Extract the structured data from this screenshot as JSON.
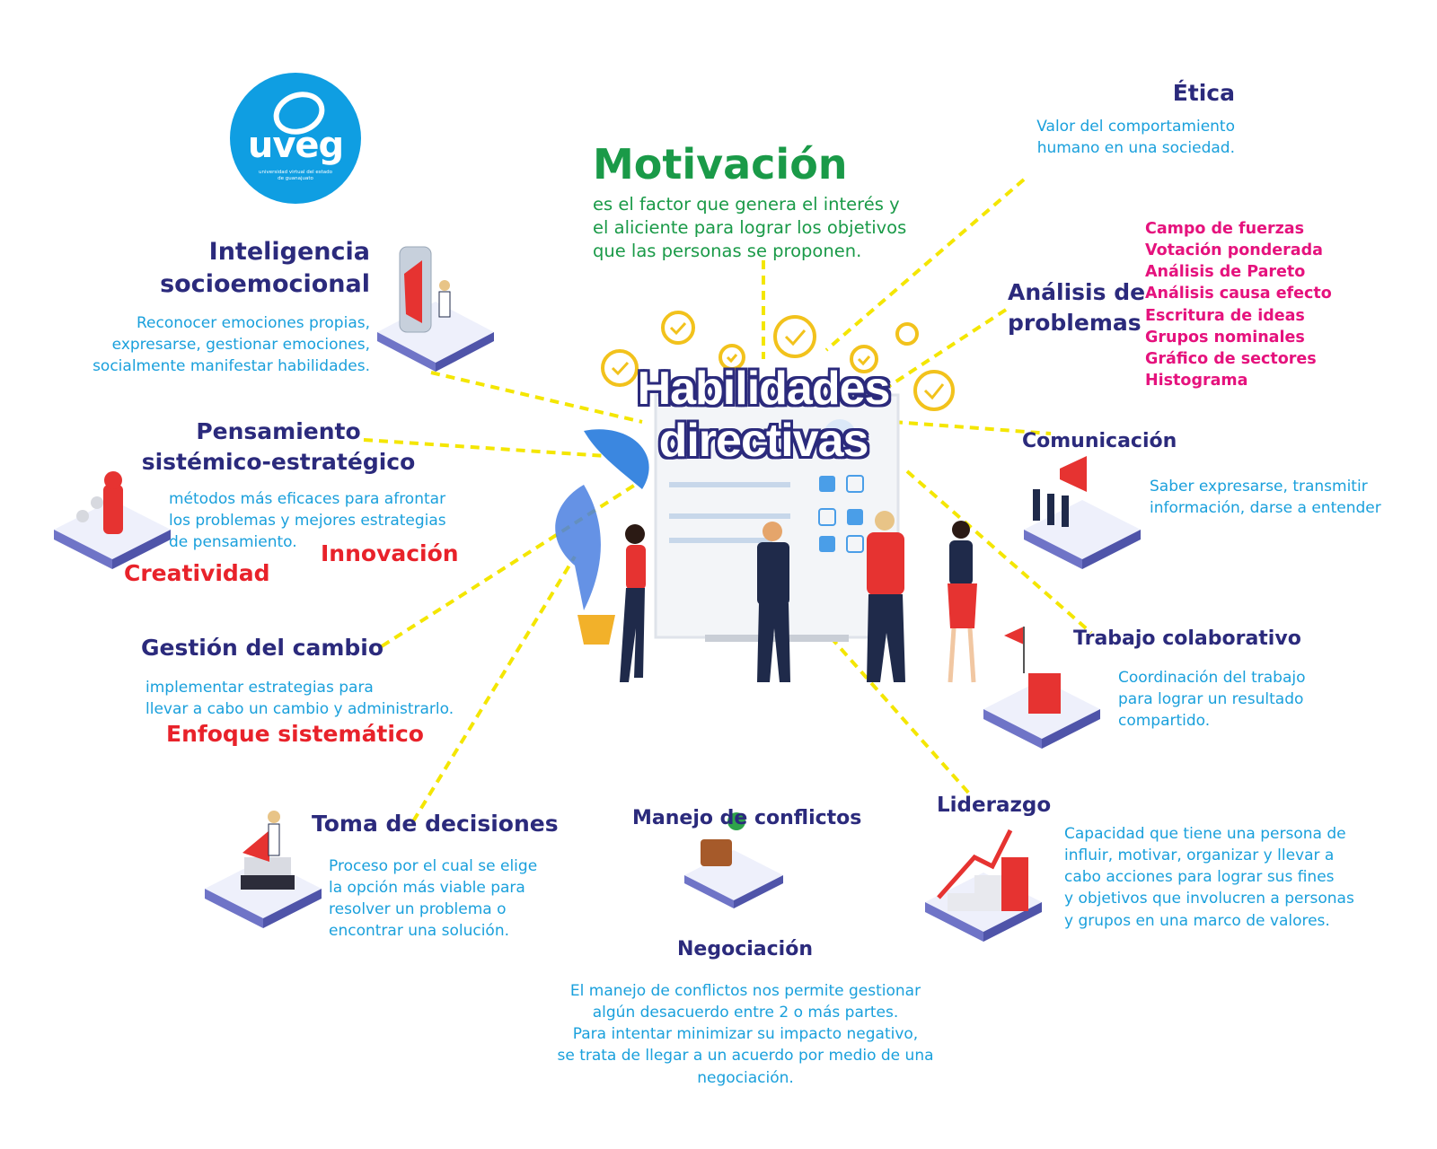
{
  "logo": {
    "text": "uveg",
    "subtitle": "universidad virtual del estado de guanajuato",
    "color": "#0f9ee2"
  },
  "center": {
    "title_line1": "Habilidades",
    "title_line2": "directivas"
  },
  "motivacion": {
    "title": "Motivación",
    "desc": [
      "es el factor que genera el interés y",
      "el aliciente para lograr los objetivos",
      "que las personas se proponen."
    ]
  },
  "etica": {
    "title": "Ética",
    "desc": [
      "Valor del comportamiento",
      "humano en una sociedad."
    ]
  },
  "analisis": {
    "title": [
      "Análisis de",
      "problemas"
    ],
    "items": [
      "Campo de fuerzas",
      "Votación ponderada",
      "Análisis de Pareto",
      "Análisis causa efecto",
      "Escritura de ideas",
      "Grupos nominales",
      "Gráfico de sectores",
      "Histograma"
    ]
  },
  "inteligencia": {
    "title": [
      "Inteligencia",
      "socioemocional"
    ],
    "desc": [
      "Reconocer emociones propias,",
      "expresarse, gestionar emociones,",
      "socialmente manifestar habilidades."
    ]
  },
  "pensamiento": {
    "title": [
      "Pensamiento",
      "sistémico-estratégico"
    ],
    "desc": [
      "métodos más eficaces para afrontar",
      "los problemas y mejores estrategias",
      "de pensamiento."
    ],
    "innovacion": "Innovación",
    "creatividad": "Creatividad"
  },
  "comunicacion": {
    "title": "Comunicación",
    "desc": [
      "Saber expresarse, transmitir",
      "información, darse a entender"
    ]
  },
  "cambio": {
    "title": "Gestión del cambio",
    "desc": [
      "implementar estrategias para",
      "llevar a cabo un cambio y administrarlo."
    ],
    "enfoque": "Enfoque sistemático"
  },
  "trabajo": {
    "title": "Trabajo colaborativo",
    "desc": [
      "Coordinación del trabajo",
      "para lograr un resultado",
      "compartido."
    ]
  },
  "decisiones": {
    "title": "Toma de decisiones",
    "desc": [
      "Proceso por el cual se elige",
      "la opción más viable para",
      "resolver un problema o",
      "encontrar una solución."
    ]
  },
  "conflictos": {
    "title": "Manejo de conflictos",
    "subtitle": "Negociación",
    "desc": [
      "El manejo de conflictos nos permite gestionar",
      "algún desacuerdo entre 2 o más partes.",
      "Para intentar minimizar su impacto negativo,",
      "se trata de llegar a un acuerdo por medio de una",
      "negociación."
    ]
  },
  "liderazgo": {
    "title": "Liderazgo",
    "desc": [
      "Capacidad que tiene una persona de",
      "influir, motivar, organizar y llevar a",
      "cabo acciones para lograr sus fines",
      "y objetivos que involucren a personas",
      "y grupos en una marco de valores."
    ]
  },
  "colors": {
    "heading": "#2b2a7c",
    "description": "#1aa0dc",
    "motivation": "#1a9a48",
    "accent_red": "#e8222a",
    "list_pink": "#e5127d",
    "connector": "#f4e600"
  }
}
